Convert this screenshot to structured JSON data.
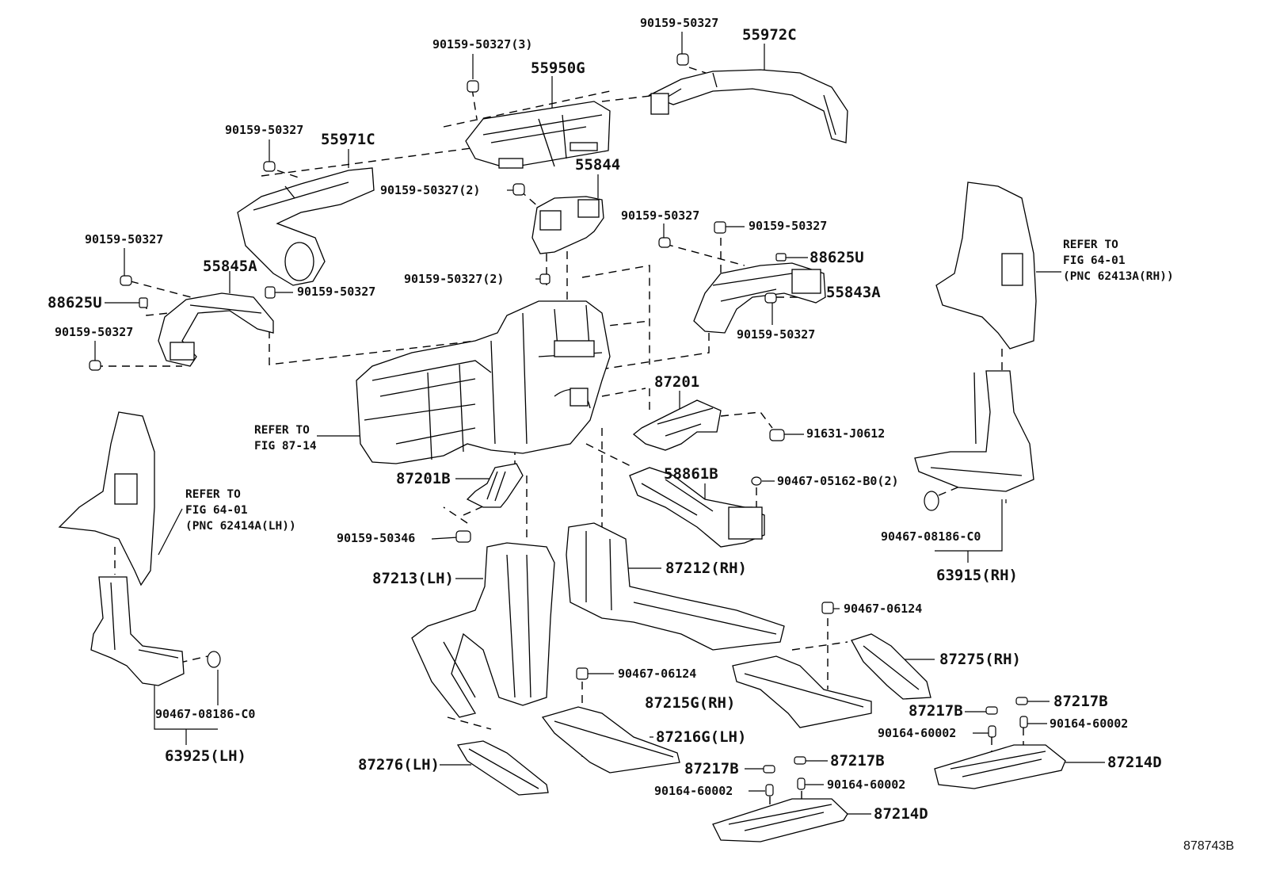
{
  "diagram": {
    "title": "Heater & Air Conditioner Ducting — exploded parts diagram",
    "figure_code": "878743B",
    "labels": {
      "p90159_top_mid3": "90159-50327(3)",
      "p55950G": "55950G",
      "p90159_top_right": "90159-50327",
      "p55972C": "55972C",
      "p90159_upper_left": "90159-50327",
      "p55971C": "55971C",
      "p55844": "55844",
      "p90159_mid2a": "90159-50327(2)",
      "p90159_mid2b": "90159-50327(2)",
      "p90159_left_top": "90159-50327",
      "p55845A": "55845A",
      "p88625U_left": "88625U",
      "p90159_left_right": "90159-50327",
      "p90159_left_bottom": "90159-50327",
      "p90159_rc_a": "90159-50327",
      "p90159_rc_b": "90159-50327",
      "p88625U_right": "88625U",
      "p55843A": "55843A",
      "p90159_rc_c": "90159-50327",
      "p87201": "87201",
      "p91631": "91631-J0612",
      "p87201B": "87201B",
      "p90159_50346": "90159-50346",
      "p58861B": "58861B",
      "p90467_05162": "90467-05162-B0(2)",
      "p90467_08186_rh": "90467-08186-C0",
      "p63915": "63915(RH)",
      "p87213": "87213(LH)",
      "p87212": "87212(RH)",
      "p90467_06124_a": "90467-06124",
      "p90467_06124_b": "90467-06124",
      "p87275": "87275(RH)",
      "p87215G": "87215G(RH)",
      "p87216G": "87216G(LH)",
      "p87276": "87276(LH)",
      "p87217B_a": "87217B",
      "p87217B_b": "87217B",
      "p87217B_c": "87217B",
      "p87217B_d": "87217B",
      "p90164_a": "90164-60002",
      "p90164_b": "90164-60002",
      "p90164_c": "90164-60002",
      "p90164_d": "90164-60002",
      "p87214D_a": "87214D",
      "p87214D_b": "87214D",
      "p90467_08186_lh": "90467-08186-C0",
      "p63925": "63925(LH)"
    },
    "references": {
      "fig_87_14": {
        "line1": "REFER TO",
        "line2": "FIG 87-14"
      },
      "fig_64_01_rh": {
        "line1": "REFER TO",
        "line2": "FIG 64-01",
        "line3": "(PNC 62413A(RH))"
      },
      "fig_64_01_lh": {
        "line1": "REFER TO",
        "line2": "FIG 64-01",
        "line3": "(PNC 62414A(LH))"
      }
    }
  }
}
